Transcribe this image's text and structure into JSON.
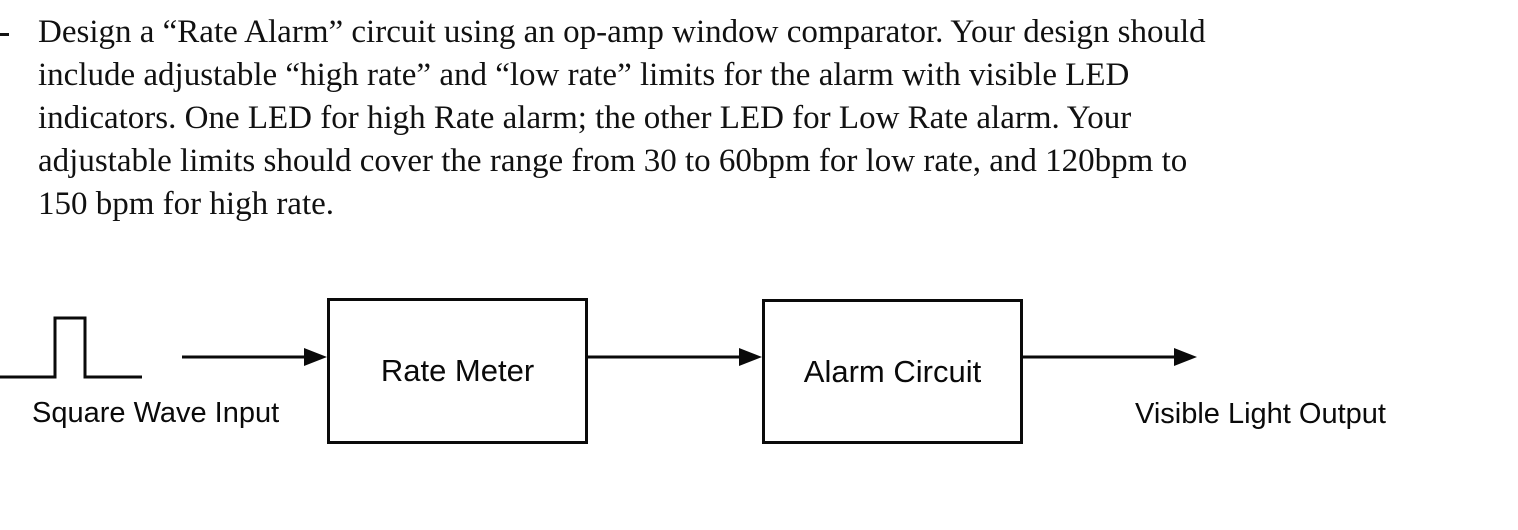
{
  "paragraph": {
    "bullet_glyph": "-",
    "lines": [
      "Design a “Rate Alarm” circuit using an op-amp window comparator. Your design should",
      "include adjustable “high rate” and “low rate” limits for the alarm with visible LED",
      "indicators. One LED for high Rate alarm; the other LED for Low Rate alarm. Your",
      "adjustable limits should cover the range from 30 to 60bpm for low rate, and 120bpm to",
      "150 bpm for high rate."
    ]
  },
  "diagram": {
    "square_wave_label": "Square Wave Input",
    "rate_meter_label": "Rate Meter",
    "alarm_circuit_label": "Alarm Circuit",
    "output_label": "Visible Light Output",
    "line_color": "#0a0a0a",
    "background_color": "#ffffff"
  }
}
